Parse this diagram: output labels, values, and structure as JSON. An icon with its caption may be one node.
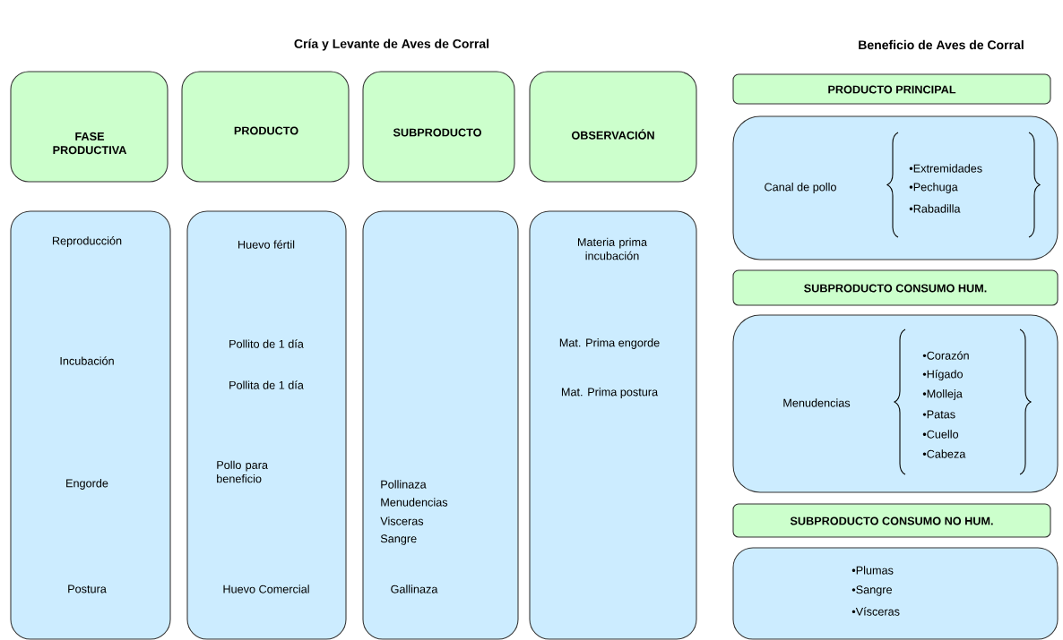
{
  "diagram": {
    "nodes": [
      {
        "text": [
          "FASE PRODUCTIVA"
        ]
      },
      {
        "text": [
          "PRODUCTO"
        ]
      },
      {
        "text": [
          "SUBPRODUCTO"
        ]
      },
      {
        "text": [
          "OBSERVACIÓN"
        ]
      },
      {
        "text": [
          "Reproducción",
          "Incubación",
          "Engorde",
          "Postura"
        ]
      },
      {
        "text": [
          "Huevo fértil",
          "Pollito de 1 día",
          "Pollita de 1 día",
          "Pollo para beneficio",
          "Huevo Comercial"
        ]
      },
      {
        "text": [
          "Pollinaza",
          "Menudencias",
          "Visceras",
          "Sangre",
          "Gallinaza"
        ]
      },
      {
        "text": [
          "Materia prima incubación",
          "Mat. Prima engorde",
          "Mat. Prima postura"
        ]
      },
      {
        "text": [
          "PRODUCTO PRINCIPAL"
        ]
      },
      {
        "text": [
          "Canal de pollo",
          "•Extremidades",
          "•Pechuga",
          "•Rabadilla"
        ]
      },
      {
        "text": [
          "SUBPRODUCTO CONSUMO HUM."
        ]
      },
      {
        "text": [
          "Menudencias",
          "•Corazón",
          "•Hígado",
          "•Molleja",
          "•Patas",
          "•Cuello",
          "•Cabeza"
        ]
      },
      {
        "text": [
          "SUBPRODUCTO CONSUMO NO HUM."
        ]
      },
      {
        "text": [
          "•Plumas",
          "•Sangre",
          "•Vísceras"
        ]
      }
    ],
    "labels": [
      "Cría y Levante de Aves de Corral",
      "Beneficio de Aves de Corral"
    ]
  }
}
